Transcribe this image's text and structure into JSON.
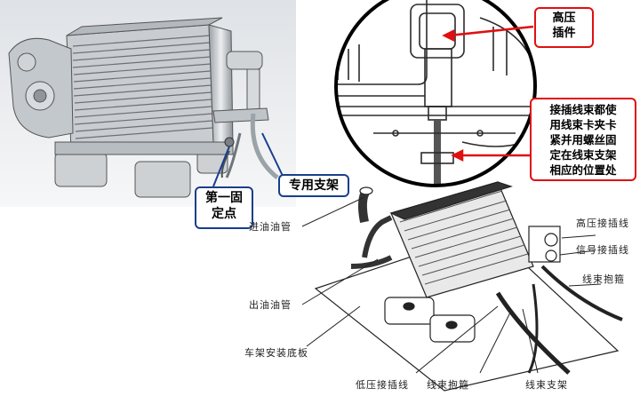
{
  "top_callouts": {
    "high_voltage_plug": [
      "高压",
      "插件"
    ],
    "harness_note": [
      "接插线束都使",
      "用线束卡夹卡",
      "紧并用螺丝固",
      "定在线束支架",
      "相应的位置处"
    ],
    "first_fix_point": [
      "第一固",
      "定点"
    ],
    "special_bracket": "专用支架"
  },
  "bottom_labels": {
    "oil_inlet": "进油油管",
    "oil_outlet": "出油油管",
    "frame_base": "车架安装底板",
    "hv_harness": "高压接插线",
    "signal_harness": "信号接插线",
    "harness_tie_right": "线束抱箍",
    "lv_harness": "低压接插线",
    "harness_tie_bottom": "线束抱箍",
    "harness_bracket": "线束支架"
  },
  "colors": {
    "red_callout": "#e01010",
    "blue_callout": "#1a3e8c",
    "outline": "#333333"
  }
}
